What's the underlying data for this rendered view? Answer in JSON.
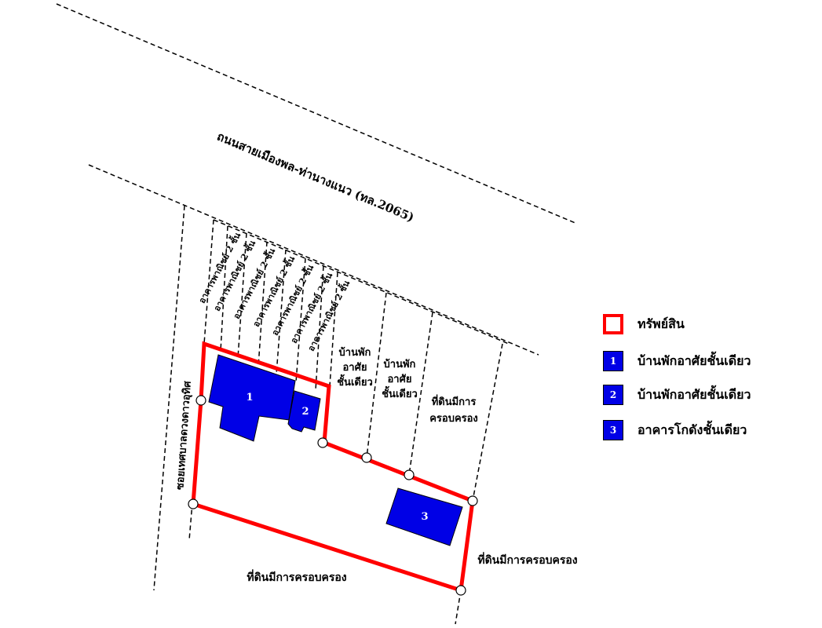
{
  "map": {
    "road_label": "ถนนสายเมืองพล-ท่านางแนว (ทล.2065)",
    "alley_label": "ซอยเทศบาลดวงดาวอุทิศ",
    "adjacent_plots": [
      "อาคารพาณิชย์ 2 ชั้น",
      "อาคารพาณิชย์ 2 ชั้น",
      "อาคารพาณิชย์ 2 ชั้น",
      "อาคารพาณิชย์ 2 ชั้น",
      "อาคารพาณิชย์ 2 ชั้น",
      "อาคารพาณิชย์ 2 ชั้น",
      "อาคารพาณิชย์ 2 ชั้น"
    ],
    "house_a": [
      "บ้านพัก",
      "อาศัย",
      "ชั้นเดียว"
    ],
    "house_b": [
      "บ้านพัก",
      "อาศัย",
      "ชั้นเดียว"
    ],
    "occupied_north": [
      "ที่ดินมีการ",
      "ครอบครอง"
    ],
    "occupied_south": "ที่ดินมีการครอบครอง",
    "occupied_east": "ที่ดินมีการครอบครอง",
    "building_numbers": [
      "1",
      "2",
      "3"
    ],
    "colors": {
      "boundary": "#ff0000",
      "building": "#0000e6"
    }
  },
  "legend": {
    "items": [
      {
        "label": "ทรัพย์สิน",
        "number": ""
      },
      {
        "label": "บ้านพักอาศัยชั้นเดียว",
        "number": "1"
      },
      {
        "label": "บ้านพักอาศัยชั้นเดียว",
        "number": "2"
      },
      {
        "label": "อาคารโกดังชั้นเดียว",
        "number": "3"
      }
    ]
  }
}
